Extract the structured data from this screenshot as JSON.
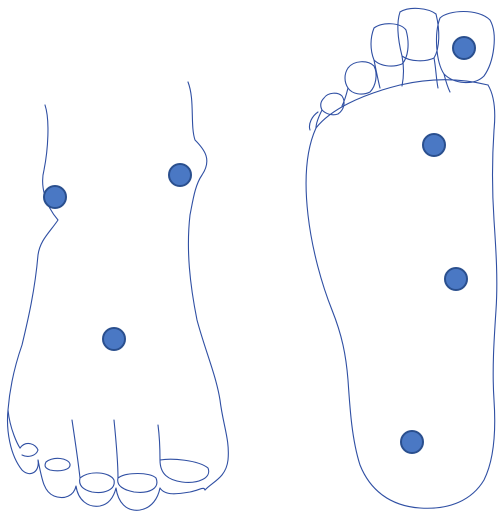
{
  "figure": {
    "colors": {
      "outline": "#2f4fa3",
      "marker_fill": "#4a78c4",
      "marker_stroke": "#2a4f8e",
      "background": "#ffffff"
    },
    "views": [
      {
        "name": "foot-dorsal-view",
        "marker_count": 3
      },
      {
        "name": "foot-plantar-view",
        "marker_count": 4
      }
    ]
  }
}
